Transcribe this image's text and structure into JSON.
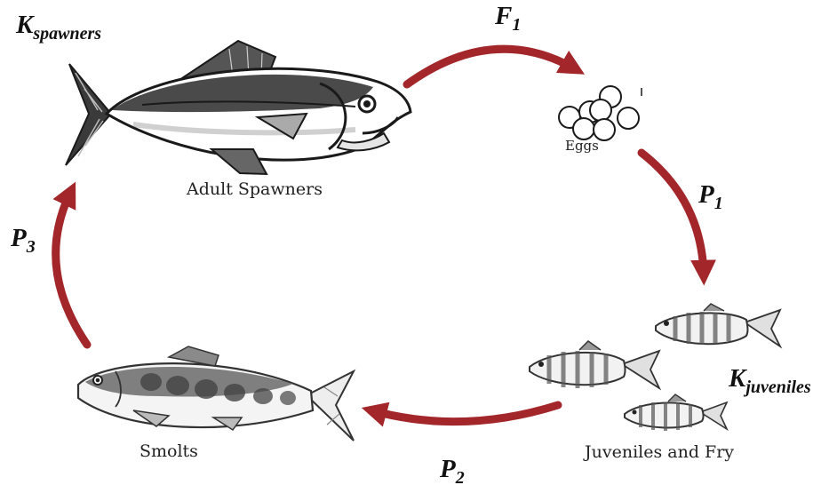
{
  "stages": {
    "adult": "Adult Spawners",
    "eggs": "Eggs",
    "juveniles": "Juveniles and Fry",
    "smolts": "Smolts"
  },
  "symbols": {
    "k_spawners": {
      "base": "K",
      "sub": "spawners"
    },
    "f1": {
      "base": "F",
      "sub": "1"
    },
    "p1": {
      "base": "P",
      "sub": "1"
    },
    "p2": {
      "base": "P",
      "sub": "2"
    },
    "p3": {
      "base": "P",
      "sub": "3"
    },
    "k_juveniles": {
      "base": "K",
      "sub": "juveniles"
    }
  },
  "colors": {
    "arrow": "#a3272a",
    "outline": "#1a1a1a"
  }
}
